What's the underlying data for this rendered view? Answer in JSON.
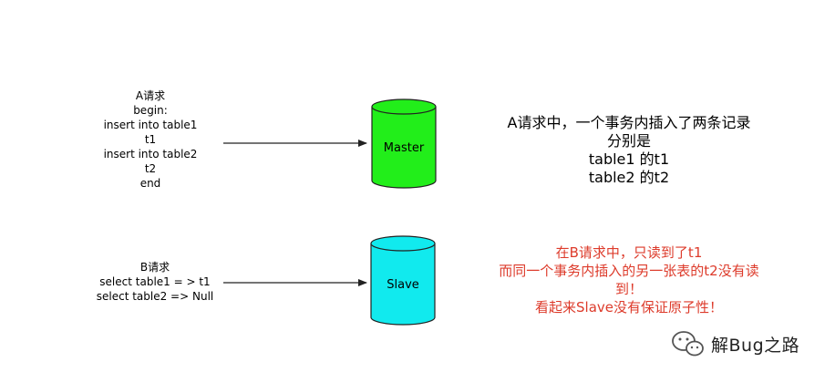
{
  "request_a": {
    "lines": [
      "A请求",
      "begin:",
      "insert into table1",
      "t1",
      "insert into table2",
      "t2",
      "end"
    ]
  },
  "request_b": {
    "lines": [
      "B请求",
      "select table1 = > t1",
      "select table2 => Null"
    ]
  },
  "master": {
    "label": "Master",
    "fill_color": "#22ee1a"
  },
  "slave": {
    "label": "Slave",
    "fill_color": "#11eaee"
  },
  "note_a": {
    "lines": [
      "A请求中，一个事务内插入了两条记录",
      "分别是",
      "table1 的t1",
      "table2 的t2"
    ]
  },
  "note_b": {
    "color": "#dd3b2b",
    "lines": [
      "在B请求中，只读到了t1",
      "而同一个事务内插入的另一张表的t2没有读",
      "到！",
      "看起来Slave没有保证原子性！"
    ]
  },
  "watermark": {
    "text": "解Bug之路"
  }
}
